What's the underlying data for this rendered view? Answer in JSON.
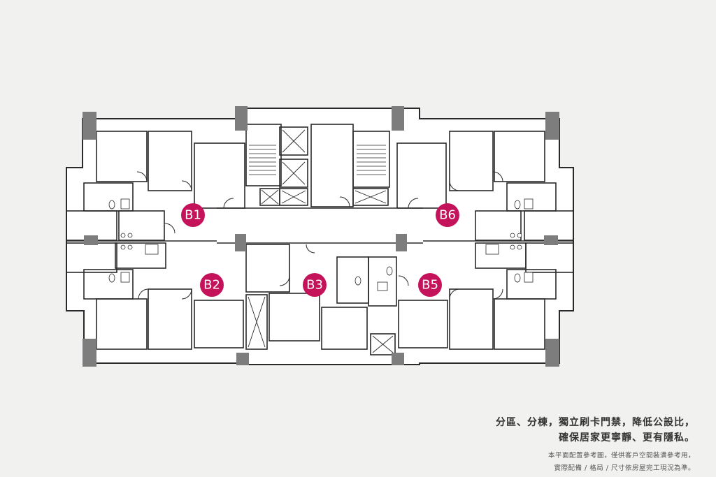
{
  "floor_plan": {
    "units": [
      {
        "id": "B1",
        "label": "B1"
      },
      {
        "id": "B2",
        "label": "B2"
      },
      {
        "id": "B3",
        "label": "B3"
      },
      {
        "id": "B5",
        "label": "B5"
      },
      {
        "id": "B6",
        "label": "B6"
      }
    ],
    "colors": {
      "background": "#f1f1ef",
      "floor": "#ffffff",
      "wall": "#2a2a2a",
      "column": "#7d7d7d",
      "label_fill": "#c4135a",
      "label_text": "#ffffff"
    }
  },
  "caption": {
    "line1": "分區、分棟，獨立刷卡門禁，降低公設比，",
    "line2": "確保居家更寧靜、更有隱私。",
    "note1": "本平面配置參考圖，僅供客戶空間裝潢參考用，",
    "note2": "實際配備 / 格局 / 尺寸依房屋完工現況為準。"
  }
}
